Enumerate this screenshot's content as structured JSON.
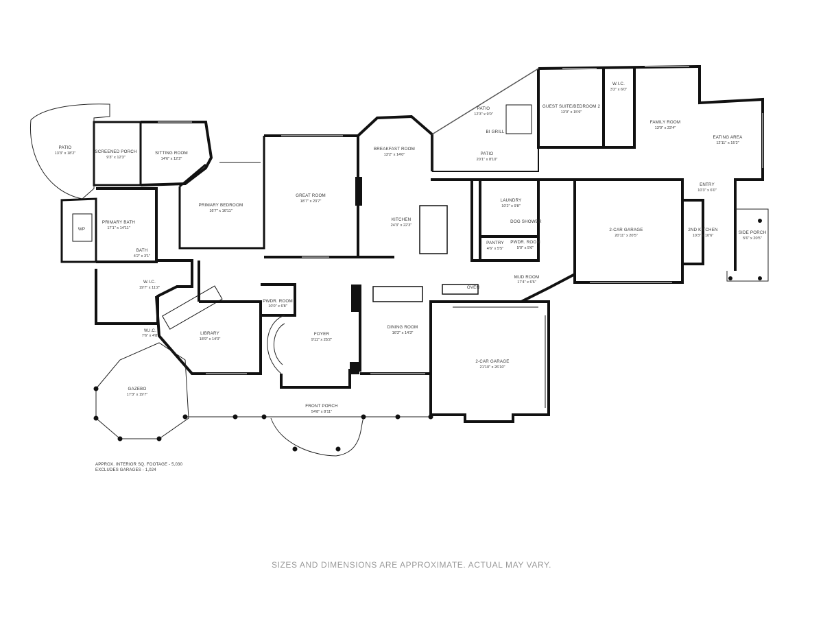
{
  "rooms": {
    "patio_west": {
      "name": "PATIO",
      "dims": "13'3\" x 18'2\""
    },
    "screened_porch": {
      "name": "SCREENED PORCH",
      "dims": "9'3\" x 12'3\""
    },
    "sitting_room": {
      "name": "SITTING ROOM",
      "dims": "14'6\" x 12'2\""
    },
    "primary_bedroom": {
      "name": "PRIMARY BEDROOM",
      "dims": "16'7\" x 16'11\""
    },
    "primary_bath": {
      "name": "PRIMARY BATH",
      "dims": "17'1\" x 14'11\""
    },
    "bath_small": {
      "name": "BATH",
      "dims": "4'2\" x 3'1\""
    },
    "wic_primary": {
      "name": "W.I.C.",
      "dims": "19'7\" x 11'2\""
    },
    "wic_small": {
      "name": "W.I.C.",
      "dims": "7'6\" x 4'8\""
    },
    "library": {
      "name": "LIBRARY",
      "dims": "18'9\" x 14'0\""
    },
    "gazebo": {
      "name": "GAZEBO",
      "dims": "17'3\" x 19'7\""
    },
    "great_room": {
      "name": "GREAT ROOM",
      "dims": "18'7\" x 23'7\""
    },
    "breakfast_room": {
      "name": "BREAKFAST ROOM",
      "dims": "13'2\" x 14'0\""
    },
    "kitchen": {
      "name": "KITCHEN",
      "dims": "24'3\" x 22'3\""
    },
    "foyer": {
      "name": "FOYER",
      "dims": "9'11\" x 25'2\""
    },
    "pwdr_room_1": {
      "name": "PWDR. ROOM",
      "dims": "10'0\" x 6'8\""
    },
    "dining_room": {
      "name": "DINING ROOM",
      "dims": "16'2\" x 14'3\""
    },
    "front_porch": {
      "name": "FRONT PORCH",
      "dims": "54'8\" x 8'11\""
    },
    "patio_mid": {
      "name": "PATIO",
      "dims": "12'3\" x 9'0\""
    },
    "bi_grill": {
      "name": "BI GRILL",
      "dims": ""
    },
    "patio_east": {
      "name": "PATIO",
      "dims": "20'1\" x 8'10\""
    },
    "laundry": {
      "name": "LAUNDRY",
      "dims": "10'2\" x 9'8\""
    },
    "dog_shower": {
      "name": "DOG SHOWER",
      "dims": ""
    },
    "pantry": {
      "name": "PANTRY",
      "dims": "4'6\" x 5'5\""
    },
    "pwdr_room_2": {
      "name": "PWDR. ROOM",
      "dims": "5'0\" x 5'6\""
    },
    "mud_room": {
      "name": "MUD ROOM",
      "dims": "17'4\" x 6'6\""
    },
    "oven": {
      "name": "OVEN",
      "dims": ""
    },
    "garage_2car_south": {
      "name": "2-CAR GARAGE",
      "dims": "21'10\" x 26'10\""
    },
    "guest_suite": {
      "name": "GUEST SUITE/BEDROOM 2",
      "dims": "13'0\" x 15'9\""
    },
    "wic_guest": {
      "name": "W.I.C.",
      "dims": "3'2\" x 6'0\""
    },
    "family_room": {
      "name": "FAMILY ROOM",
      "dims": "13'0\" x 23'4\""
    },
    "eating_area": {
      "name": "EATING AREA",
      "dims": "12'11\" x 15'2\""
    },
    "entry": {
      "name": "ENTRY",
      "dims": "10'3\" x 6'0\""
    },
    "garage_2car_east": {
      "name": "2-CAR GARAGE",
      "dims": "20'11\" x 20'5\""
    },
    "second_kitchen": {
      "name": "2ND KITCHEN",
      "dims": "10'3\" x 10'6\""
    },
    "side_porch": {
      "name": "SIDE PORCH",
      "dims": "5'6\" x 20'5\""
    },
    "tub_label": {
      "name": "WP",
      "dims": ""
    }
  },
  "square_footage": {
    "line1": "APPROX. INTERIOR SQ. FOOTAGE - 5,030",
    "line2": "EXCLUDES GARAGES - 1,024"
  },
  "disclaimer": "SIZES AND DIMENSIONS ARE APPROXIMATE. ACTUAL MAY VARY.",
  "colors": {
    "wall": "#111111",
    "window": "#8a8a8a",
    "label": "#333333",
    "footnote": "#9a9a9a"
  }
}
